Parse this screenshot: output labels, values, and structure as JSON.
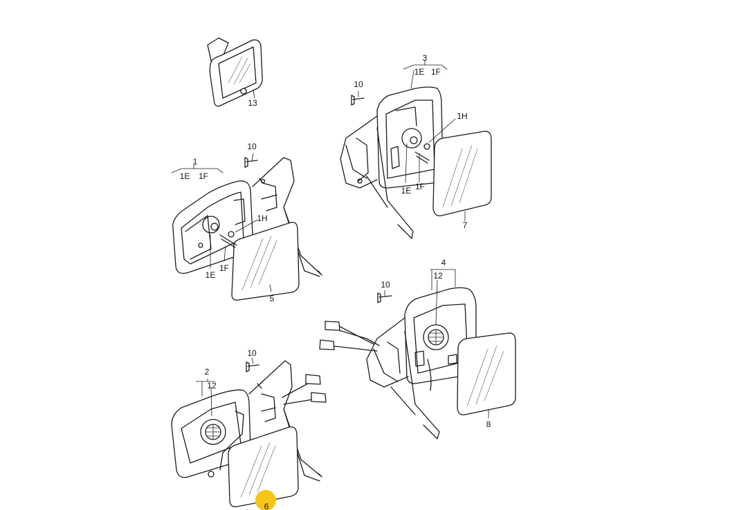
{
  "colors": {
    "line": "#1a1a1a",
    "highlight": "#f5c518",
    "background": "#ffffff"
  },
  "labels": {
    "p1": "1",
    "p1e": "1E",
    "p1f": "1F",
    "p1h": "1H",
    "p2": "2",
    "p3": "3",
    "p4": "4",
    "p5": "5",
    "p6": "6",
    "p7": "7",
    "p8": "8",
    "p10": "10",
    "p12": "12",
    "p13": "13"
  }
}
